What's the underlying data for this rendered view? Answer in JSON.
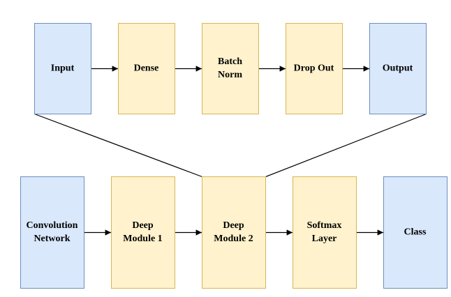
{
  "colors": {
    "blue_fill": "#dae8fc",
    "blue_stroke": "#6c8ebf",
    "yellow_fill": "#fff2cc",
    "yellow_stroke": "#d6b656",
    "edge": "#000000"
  },
  "top_row": [
    {
      "id": "input",
      "lines": [
        "Input"
      ],
      "style": "blue"
    },
    {
      "id": "dense",
      "lines": [
        "Dense"
      ],
      "style": "yellow"
    },
    {
      "id": "batch-norm",
      "lines": [
        "Batch",
        "Norm"
      ],
      "style": "yellow"
    },
    {
      "id": "drop-out",
      "lines": [
        "Drop Out"
      ],
      "style": "yellow"
    },
    {
      "id": "output",
      "lines": [
        "Output"
      ],
      "style": "blue"
    }
  ],
  "bottom_row": [
    {
      "id": "convolution-network",
      "lines": [
        "Convolution",
        "Network"
      ],
      "style": "blue"
    },
    {
      "id": "deep-module-1",
      "lines": [
        "Deep",
        "Module 1"
      ],
      "style": "yellow"
    },
    {
      "id": "deep-module-2",
      "lines": [
        "Deep",
        "Module 2"
      ],
      "style": "yellow"
    },
    {
      "id": "softmax-layer",
      "lines": [
        "Softmax",
        "Layer"
      ],
      "style": "yellow"
    },
    {
      "id": "class",
      "lines": [
        "Class"
      ],
      "style": "blue"
    }
  ],
  "edges": [
    [
      "input",
      "dense"
    ],
    [
      "dense",
      "batch-norm"
    ],
    [
      "batch-norm",
      "drop-out"
    ],
    [
      "drop-out",
      "output"
    ],
    [
      "convolution-network",
      "deep-module-1"
    ],
    [
      "deep-module-1",
      "deep-module-2"
    ],
    [
      "deep-module-2",
      "softmax-layer"
    ],
    [
      "softmax-layer",
      "class"
    ]
  ],
  "expansion_lines": [
    [
      "input",
      "deep-module-2"
    ],
    [
      "output",
      "deep-module-2"
    ]
  ]
}
